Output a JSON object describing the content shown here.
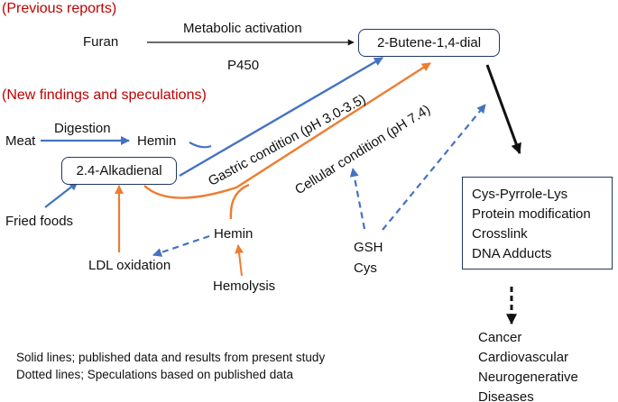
{
  "headers": {
    "previous": "(Previous reports)",
    "new": "(New findings and speculations)"
  },
  "labels": {
    "furan": "Furan",
    "metabolic_activation": "Metabolic activation",
    "p450": "P450",
    "butene_dial": "2-Butene-1,4-dial",
    "meat": "Meat",
    "digestion": "Digestion",
    "hemin_top": "Hemin",
    "alkadienal": "2.4-Alkadienal",
    "fried_foods": "Fried foods",
    "gastric": "Gastric condition (pH 3.0-3.5)",
    "cellular": "Cellular condition (pH 7.4)",
    "hemin_mid": "Hemin",
    "ldl_oxidation": "LDL oxidation",
    "hemolysis": "Hemolysis",
    "gsh": "GSH",
    "cys": "Cys"
  },
  "products": [
    "Cys-Pyrrole-Lys",
    "Protein modification",
    "Crosslink",
    "DNA Adducts"
  ],
  "diseases": [
    "Cancer",
    "Cardiovascular",
    "Neurogenerative",
    "Diseases"
  ],
  "legend": {
    "solid": "Solid lines; published data and results from present study",
    "dotted": "Dotted lines; Speculations based on published data"
  },
  "colors": {
    "header_red": "#c00000",
    "blue_arrow": "#4472c4",
    "orange_arrow": "#ed7d31",
    "box_border": "#1f3864"
  }
}
